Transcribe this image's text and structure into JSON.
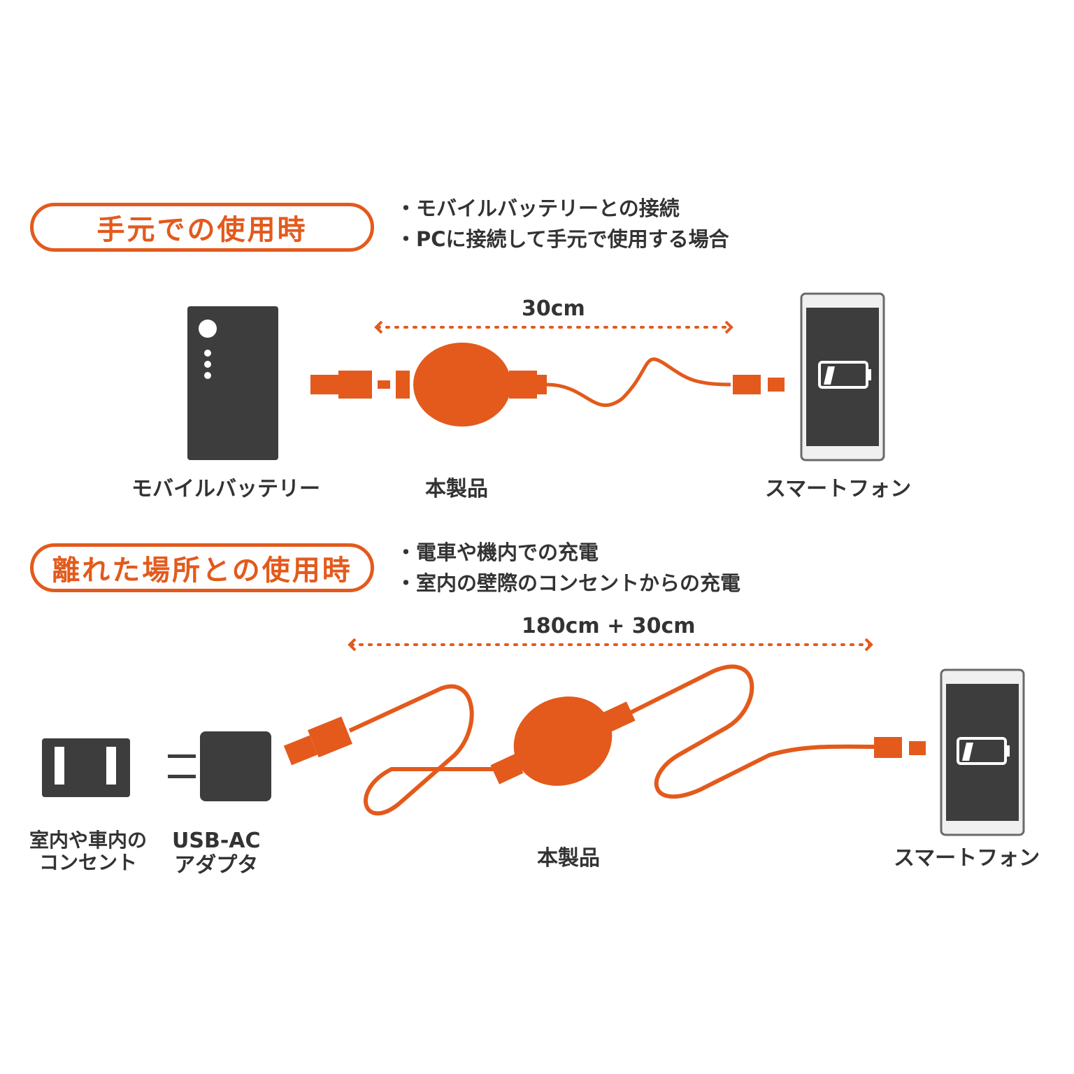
{
  "section1": {
    "title": "手元での使用時",
    "notes": [
      "・モバイルバッテリーとの接続",
      "・PCに接続して手元で使用する場合"
    ],
    "distance": "30cm",
    "labels": {
      "source": "モバイルバッテリー",
      "product": "本製品",
      "device": "スマートフォン"
    }
  },
  "section2": {
    "title": "離れた場所との使用時",
    "notes": [
      "・電車や機内での充電",
      "・室内の壁際のコンセントからの充電"
    ],
    "distance": "180cm + 30cm",
    "labels": {
      "outlet_line1": "室内や車内の",
      "outlet_line2": "コンセント",
      "adapter_line1": "USB-AC",
      "adapter_line2": "アダプタ",
      "product": "本製品",
      "device": "スマートフォン"
    }
  },
  "colors": {
    "accent": "#e35a1c",
    "device": "#3d3d3d"
  }
}
